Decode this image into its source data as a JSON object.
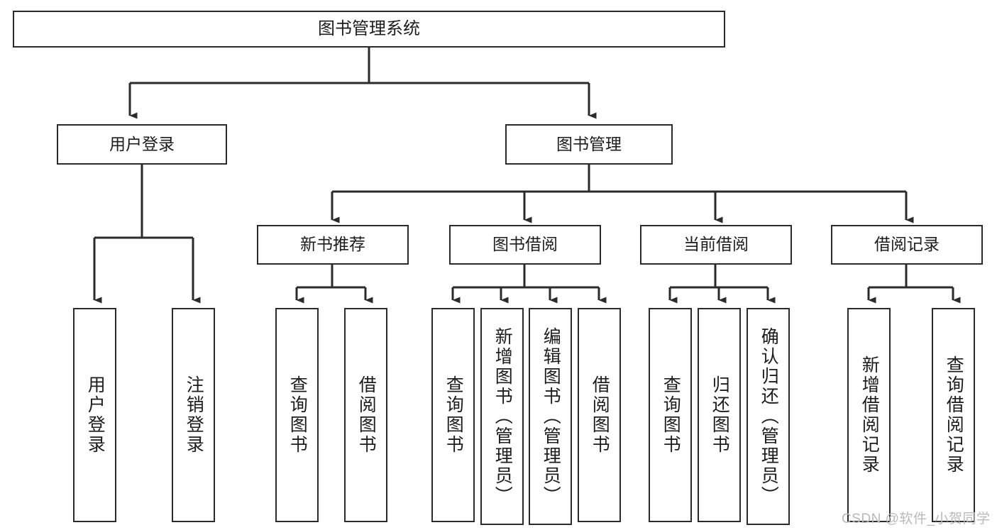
{
  "diagram": {
    "title": "图书管理系统",
    "type": "hierarchy-tree",
    "stroke_color": "#2b2b2b",
    "fill_color": "#ffffff",
    "text_color": "#1c1c1c",
    "levels": 4,
    "root": {
      "label": "图书管理系统"
    },
    "level2": [
      {
        "label": "用户登录"
      },
      {
        "label": "图书管理"
      }
    ],
    "level3": [
      {
        "label": "新书推荐"
      },
      {
        "label": "图书借阅"
      },
      {
        "label": "当前借阅"
      },
      {
        "label": "借阅记录"
      }
    ],
    "leaves_user_login": [
      {
        "label": "用户登录"
      },
      {
        "label": "注销登录"
      }
    ],
    "leaves_new_book": [
      {
        "label": "查询图书"
      },
      {
        "label": "借阅图书"
      }
    ],
    "leaves_borrow": [
      {
        "label": "查询图书"
      },
      {
        "label": "新增图书（管理员）"
      },
      {
        "label": "编辑图书（管理员）"
      },
      {
        "label": "借阅图书"
      }
    ],
    "leaves_current": [
      {
        "label": "查询图书"
      },
      {
        "label": "归还图书"
      },
      {
        "label": "确认归还（管理员）"
      }
    ],
    "leaves_records": [
      {
        "label": "新增借阅记录"
      },
      {
        "label": "查询借阅记录"
      }
    ]
  },
  "watermark": {
    "text": "CSDN @软件_小贺同学"
  }
}
